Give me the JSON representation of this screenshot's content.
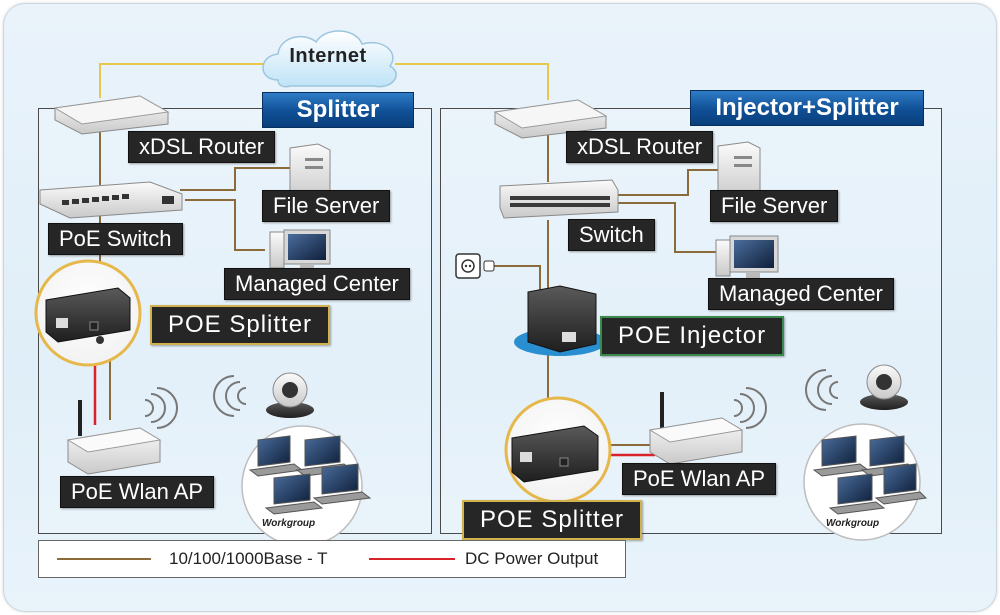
{
  "diagram": {
    "cloud_label": "Internet",
    "left_panel": {
      "title": "Splitter",
      "router": "xDSL Router",
      "switch": "PoE Switch",
      "file_server": "File Server",
      "managed_center": "Managed Center",
      "splitter": "POE Splitter",
      "wlan_ap": "PoE Wlan AP",
      "workgroup": "Workgroup"
    },
    "right_panel": {
      "title": "Injector+Splitter",
      "router": "xDSL Router",
      "switch": "Switch",
      "file_server": "File Server",
      "managed_center": "Managed Center",
      "injector": "POE Injector",
      "wlan_ap": "PoE Wlan AP",
      "splitter": "POE Splitter",
      "workgroup": "Workgroup"
    },
    "legend": {
      "ethernet": "10/100/1000Base - T",
      "power": "DC Power Output"
    },
    "colors": {
      "ethernet_line": "#8b6b3a",
      "power_line": "#d9232a",
      "internet_line": "#e8c84a",
      "title_bar": "#0f4f95"
    }
  }
}
